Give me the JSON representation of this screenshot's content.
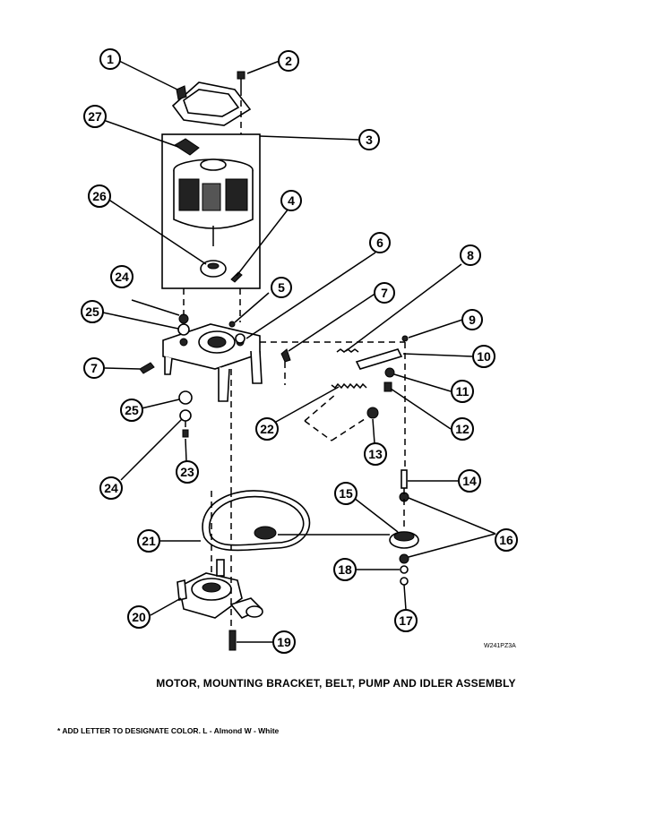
{
  "diagram": {
    "title": "MOTOR, MOUNTING BRACKET, BELT, PUMP AND IDLER ASSEMBLY",
    "footnote": "* ADD LETTER TO DESIGNATE COLOR.  L - Almond  W - White",
    "drawing_code": "W241PZ3A",
    "callouts": [
      "1",
      "2",
      "3",
      "4",
      "5",
      "6",
      "7",
      "7",
      "8",
      "9",
      "10",
      "11",
      "12",
      "13",
      "14",
      "15",
      "16",
      "17",
      "18",
      "19",
      "20",
      "21",
      "22",
      "23",
      "24",
      "24",
      "25",
      "25",
      "26",
      "27"
    ]
  }
}
